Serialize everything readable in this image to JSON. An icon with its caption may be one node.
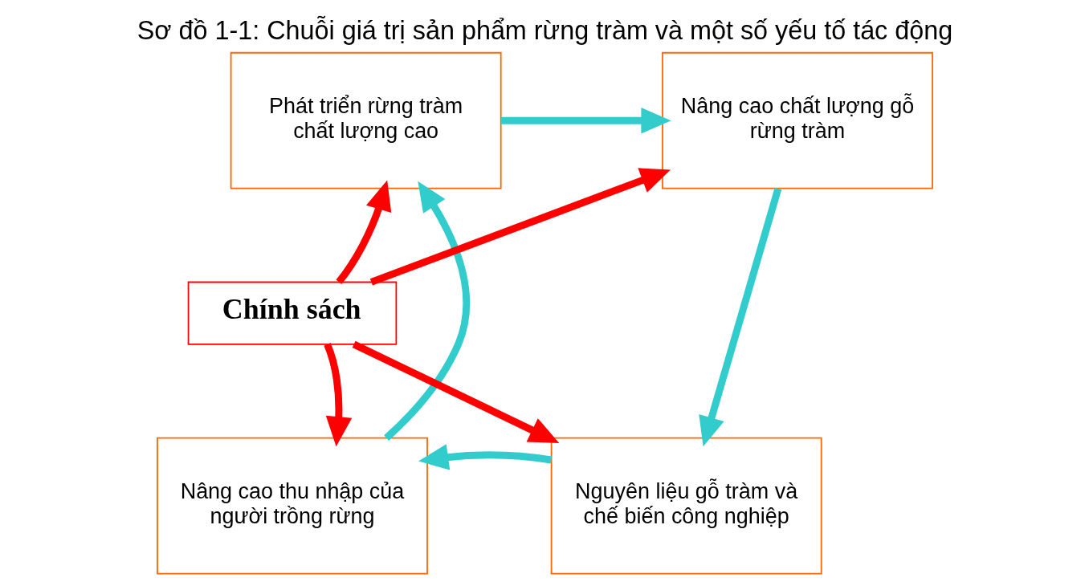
{
  "diagram": {
    "title": "Sơ đồ 1-1: Chuỗi giá trị sản phẩm rừng tràm và một số yếu tố tác động",
    "nodes": [
      {
        "text": [
          "Phát triển rừng tràm chất lượng cao"
        ]
      },
      {
        "text": [
          "Nâng cao chất lượng gỗ rừng tràm"
        ]
      },
      {
        "text": [
          "Nguyên liệu gỗ tràm và chế biến công nghiệp"
        ]
      },
      {
        "text": [
          "Nâng cao thu nhập của người trồng rừng"
        ]
      },
      {
        "text": [
          "Chính sách"
        ]
      }
    ],
    "edges": [
      {
        "from": 0,
        "to": 1,
        "arrow": "to",
        "color": "#33cccc"
      },
      {
        "from": 1,
        "to": 2,
        "arrow": "to",
        "color": "#33cccc"
      },
      {
        "from": 2,
        "to": 3,
        "arrow": "to",
        "color": "#33cccc"
      },
      {
        "from": 3,
        "to": 0,
        "arrow": "to",
        "color": "#33cccc"
      },
      {
        "from": 4,
        "to": 0,
        "arrow": "to",
        "color": "#ff0000"
      },
      {
        "from": 4,
        "to": 1,
        "arrow": "to",
        "color": "#ff0000"
      },
      {
        "from": 4,
        "to": 3,
        "arrow": "to",
        "color": "#ff0000"
      },
      {
        "from": 4,
        "to": 2,
        "arrow": "to",
        "color": "#ff0000"
      }
    ]
  }
}
